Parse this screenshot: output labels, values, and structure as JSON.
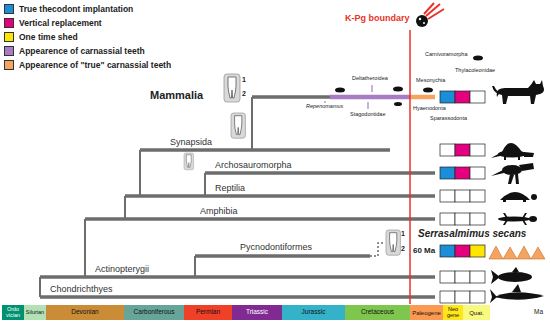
{
  "diagram": {
    "nodes": [
      {
        "text": [
          "Ordo vician"
        ]
      },
      {
        "text": [
          "Silurian"
        ]
      },
      {
        "text": [
          "Devonian"
        ]
      },
      {
        "text": [
          "Carboniferous"
        ]
      },
      {
        "text": [
          "Permian"
        ]
      },
      {
        "text": [
          "Triassic"
        ]
      },
      {
        "text": [
          "Jurassic"
        ]
      },
      {
        "text": [
          "Cretaceous"
        ]
      },
      {
        "text": [
          "Paleogene"
        ]
      },
      {
        "text": [
          "Neo gene"
        ]
      },
      {
        "text": [
          "Quat."
        ]
      }
    ],
    "labels": [
      "K-Pg boundary",
      "Mammalia",
      "1",
      "2",
      "Carnivoramorpha",
      "Deltatheroidea",
      "Mesonychia",
      "Thylacoleonidae",
      "Repenomamus",
      "Stagodontidae",
      "Hyaenodonta",
      "Sparassodonta",
      "Synapsida",
      "Archosauromorpha",
      "Reptilia",
      "Amphibia",
      "Serrasalmimus secans",
      "1",
      "2",
      "60 Ma",
      "Pycnodontiformes",
      "Actinopterygii",
      "Chondrichthyes",
      "Ma"
    ],
    "legend": [
      {
        "text": "True thecodont implantation",
        "color": "#1a8fd8"
      },
      {
        "text": "Vertical replacement",
        "color": "#e5007e"
      },
      {
        "text": "One time shed",
        "color": "#ffe600"
      },
      {
        "text": "Appearence of carnassial teeth",
        "color": "#a77cc4"
      },
      {
        "text": "Appearence of \"true\" carnassial teeth",
        "color": "#f4a460"
      }
    ]
  }
}
